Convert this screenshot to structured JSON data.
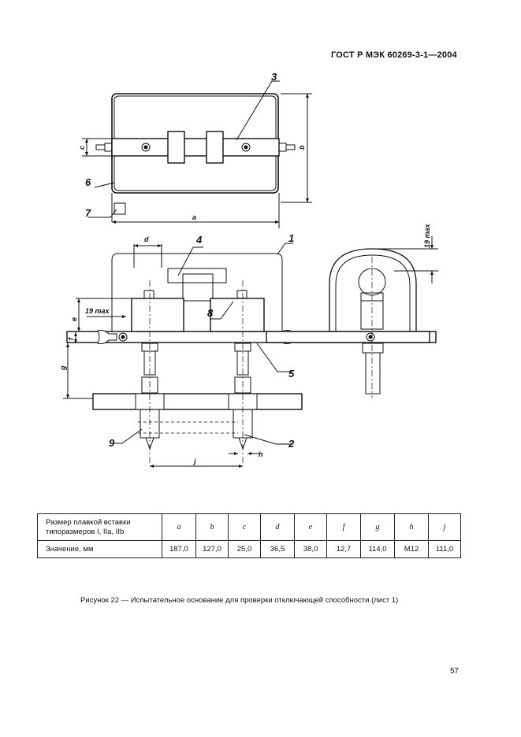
{
  "header": {
    "standard": "ГОСТ Р МЭК 60269-3-1—2004"
  },
  "figure": {
    "callouts": [
      "1",
      "2",
      "3",
      "4",
      "5",
      "6",
      "7",
      "8",
      "9"
    ],
    "dim_letters": {
      "a": "a",
      "b": "b",
      "c": "c",
      "d": "d",
      "e": "e",
      "f": "f",
      "g": "g",
      "h": "h",
      "j": "j"
    },
    "max_label": "19 max"
  },
  "table": {
    "row1_label": "Размер плавкой вставки типоразмеров I, IIa, IIb",
    "row2_label": "Значение, мм",
    "columns": [
      "a",
      "b",
      "c",
      "d",
      "e",
      "f",
      "g",
      "h",
      "j"
    ],
    "values": [
      "187,0",
      "127,0",
      "25,0",
      "36,5",
      "38,0",
      "12,7",
      "114,0",
      "M12",
      "111,0"
    ]
  },
  "caption": "Рисунок 22 — Испытательное основание для проверки отключающей способности (лист 1)",
  "page_number": "57"
}
